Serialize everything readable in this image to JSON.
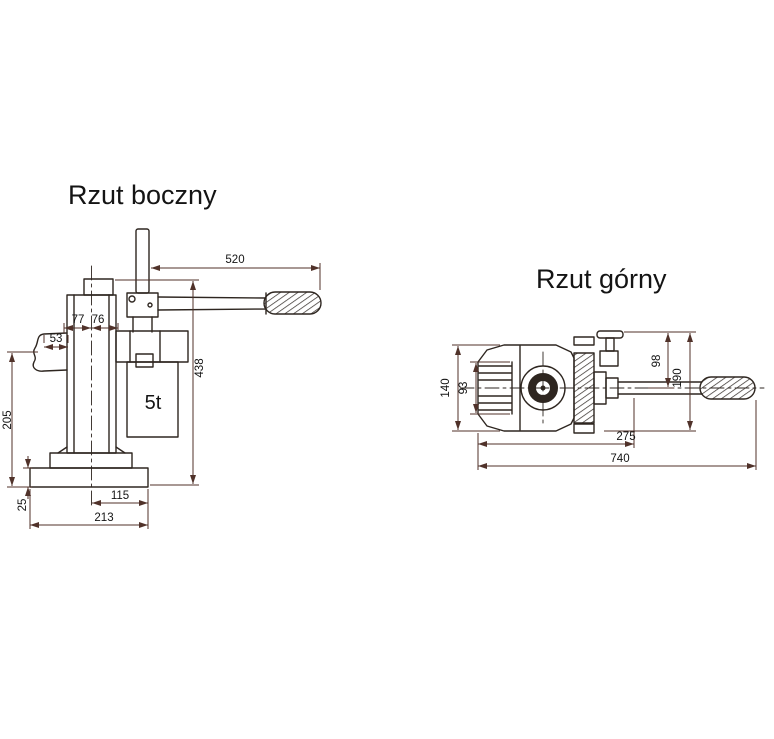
{
  "page": {
    "background": "#ffffff"
  },
  "colors": {
    "line": "#2e2620",
    "dim_line": "#50322a",
    "text": "#141414"
  },
  "side_view": {
    "title": "Rzut boczny",
    "capacity": "5t",
    "dims": {
      "d520": "520",
      "d77": "77",
      "d76": "76",
      "d53": "53",
      "d438": "438",
      "d205": "205",
      "d25": "25",
      "d115": "115",
      "d213": "213"
    }
  },
  "top_view": {
    "title": "Rzut górny",
    "dims": {
      "d140": "140",
      "d93": "93",
      "d98": "98",
      "d190": "190",
      "d275": "275",
      "d740": "740"
    }
  }
}
